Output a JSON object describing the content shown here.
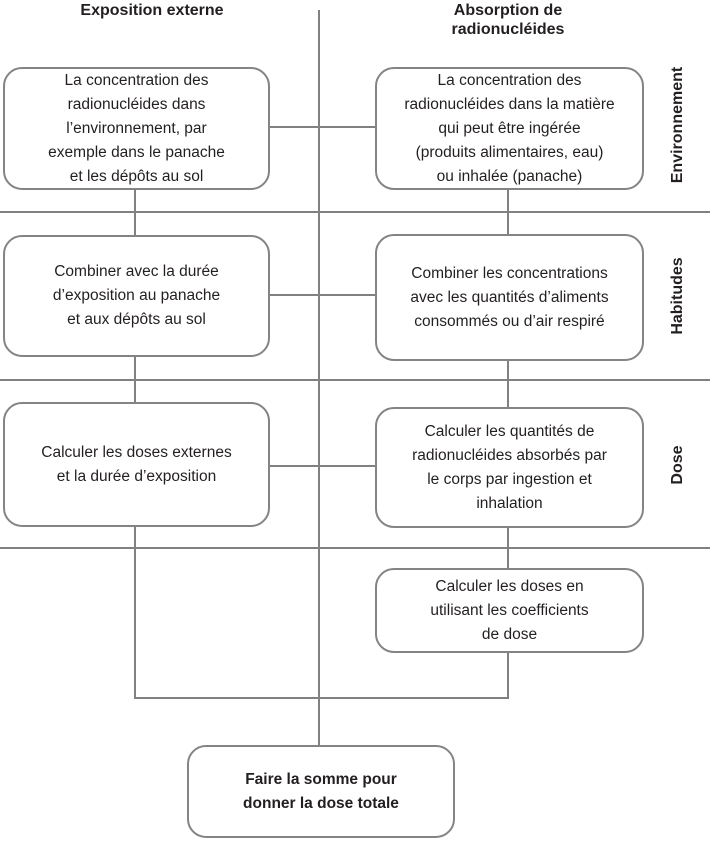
{
  "colors": {
    "line": "#818181",
    "box_border": "#848484",
    "text": "#231f20"
  },
  "diagram": {
    "column_headers": {
      "left": "Exposition externe",
      "right": "Absorption de\nradionucléides"
    },
    "row_labels": {
      "environment": "Environnement",
      "habits": "Habitudes",
      "dose": "Dose"
    },
    "boxes": {
      "external_concentration": "La concentration des\nradionucléides dans\nl’environnement, par\nexemple dans le panache\net les dépôts au sol",
      "intake_concentration": "La concentration des\nradionucléides dans la matière\nqui peut être ingérée\n(produits alimentaires, eau)\nou inhalée (panache)",
      "external_exposure_duration": "Combiner avec la durée\nd’exposition au panache\net aux dépôts au sol",
      "intake_quantities": "Combiner les concentrations\navec les quantités d’aliments\nconsommés ou d’air respiré",
      "external_dose": "Calculer les doses externes\net la durée d’exposition",
      "absorbed_quantities": "Calculer les quantités de\nradionucléides absorbés par\nle corps par ingestion et\ninhalation",
      "dose_coefficients": "Calculer les doses en\nutilisant les coefficients\nde dose",
      "total_dose": "Faire la somme pour\ndonner la dose totale"
    }
  }
}
